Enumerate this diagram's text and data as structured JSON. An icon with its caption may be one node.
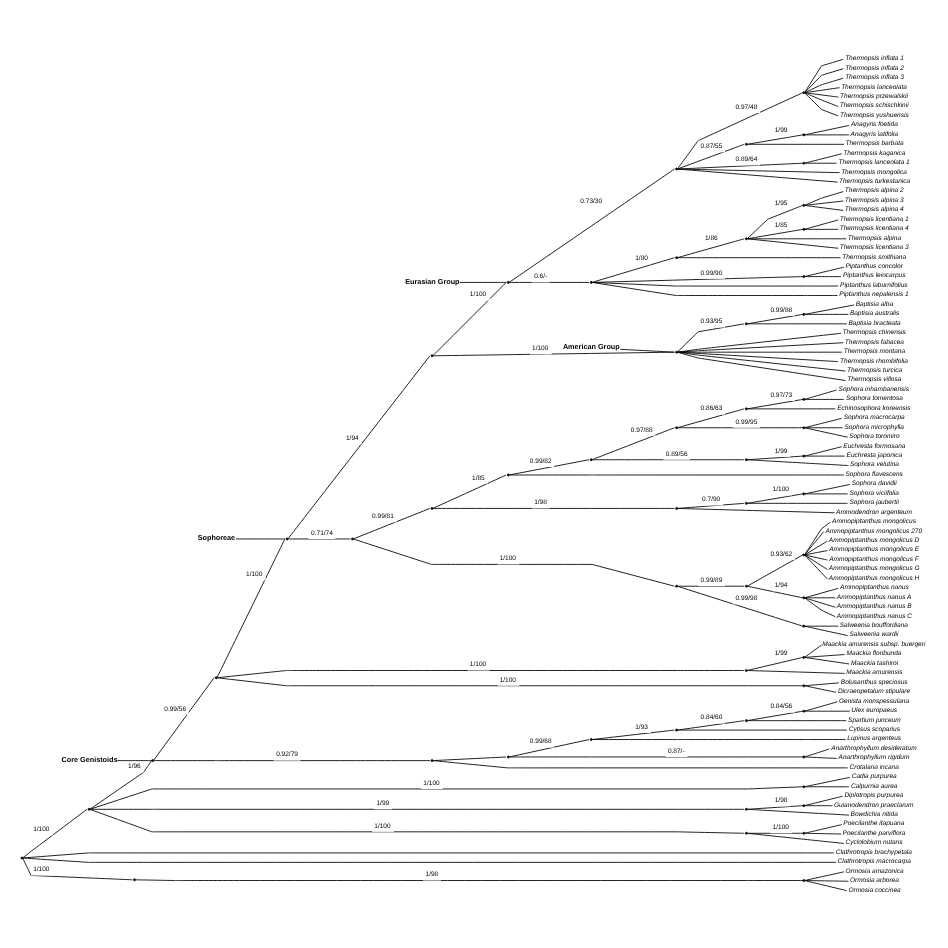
{
  "diagram": {
    "nodes": [
      {
        "text": [],
        "shape": "point"
      },
      {
        "text": [],
        "shape": "point"
      },
      {
        "text": [],
        "shape": "point"
      },
      {
        "text": [],
        "shape": "point"
      },
      {
        "text": [],
        "shape": "point"
      },
      {
        "text": [],
        "shape": "point"
      },
      {
        "text": [],
        "shape": "point"
      },
      {
        "text": [],
        "shape": "point"
      },
      {
        "text": [],
        "shape": "point"
      },
      {
        "text": [
          "Thermopsis inflata 1"
        ]
      },
      {
        "text": [
          "Thermopsis inflata 2"
        ]
      },
      {
        "text": [
          "Thermopsis inflata 3"
        ]
      },
      {
        "text": [
          "Thermopsis lanceolata"
        ]
      },
      {
        "text": [
          "Thermopsis przewalskii"
        ]
      },
      {
        "text": [
          "Thermopsis schischkinii"
        ]
      },
      {
        "text": [
          "Thermopsis yushuensis"
        ]
      },
      {
        "text": [],
        "shape": "point"
      },
      {
        "text": [],
        "shape": "point"
      },
      {
        "text": [
          "Anagyris foetida"
        ]
      },
      {
        "text": [
          "Anagyris latifolia"
        ]
      },
      {
        "text": [
          "Thermopsis barbata"
        ]
      },
      {
        "text": [],
        "shape": "point"
      },
      {
        "text": [
          "Thermopsis kaganica"
        ]
      },
      {
        "text": [
          "Thermopsis lanceolata 1"
        ]
      },
      {
        "text": [
          "Thermopsis mongolica"
        ]
      },
      {
        "text": [
          "Thermopsis turkestanica"
        ]
      },
      {
        "text": [],
        "shape": "point"
      },
      {
        "text": [],
        "shape": "point"
      },
      {
        "text": [],
        "shape": "point"
      },
      {
        "text": [],
        "shape": "point"
      },
      {
        "text": [
          "Thermopsis alpina 2"
        ]
      },
      {
        "text": [
          "Thermopsis alpina 3"
        ]
      },
      {
        "text": [
          "Thermopsis alpina 4"
        ]
      },
      {
        "text": [],
        "shape": "point"
      },
      {
        "text": [
          "Thermopsis licentiana 1"
        ]
      },
      {
        "text": [
          "Thermopsis licentiana 4"
        ]
      },
      {
        "text": [
          "Thermopsis alpina"
        ]
      },
      {
        "text": [
          "Thermopsis licentiana 3"
        ]
      },
      {
        "text": [
          "Thermopsis smithiana"
        ]
      },
      {
        "text": [],
        "shape": "point"
      },
      {
        "text": [
          "Piptanthus concolor"
        ]
      },
      {
        "text": [
          "Piptanthus leiocarpus"
        ]
      },
      {
        "text": [
          "Piptanthus laburnifolius"
        ]
      },
      {
        "text": [
          "Piptanthus nepalensis 1"
        ]
      },
      {
        "text": [],
        "shape": "point"
      },
      {
        "text": [],
        "shape": "point"
      },
      {
        "text": [],
        "shape": "point"
      },
      {
        "text": [
          "Baptisia alba"
        ]
      },
      {
        "text": [
          "Baptisia australis"
        ]
      },
      {
        "text": [
          "Baptisia bracteata"
        ]
      },
      {
        "text": [
          "Thermopsis chinensis"
        ]
      },
      {
        "text": [
          "Thermopsis fabacea"
        ]
      },
      {
        "text": [
          "Thermopsis montana"
        ]
      },
      {
        "text": [
          "Thermopsis rhombifolia"
        ]
      },
      {
        "text": [
          "Thermopsis turcica"
        ]
      },
      {
        "text": [
          "Thermopsis villosa"
        ]
      },
      {
        "text": [],
        "shape": "point"
      },
      {
        "text": [],
        "shape": "point"
      },
      {
        "text": [],
        "shape": "point"
      },
      {
        "text": [],
        "shape": "point"
      },
      {
        "text": [],
        "shape": "point"
      },
      {
        "text": [],
        "shape": "point"
      },
      {
        "text": [],
        "shape": "point"
      },
      {
        "text": [
          "Sophora inhambanensis"
        ]
      },
      {
        "text": [
          "Sophora tomentosa"
        ]
      },
      {
        "text": [
          "Echinosophora koreensis"
        ]
      },
      {
        "text": [],
        "shape": "point"
      },
      {
        "text": [
          "Sophora macrocarpa"
        ]
      },
      {
        "text": [
          "Sophora microphylla"
        ]
      },
      {
        "text": [
          "Sophora toromiro"
        ]
      },
      {
        "text": [],
        "shape": "point"
      },
      {
        "text": [],
        "shape": "point"
      },
      {
        "text": [
          "Euchresta formosana"
        ]
      },
      {
        "text": [
          "Euchresta japonica"
        ]
      },
      {
        "text": [
          "Sophora velutina"
        ]
      },
      {
        "text": [
          "Sophora flavescens"
        ]
      },
      {
        "text": [],
        "shape": "point"
      },
      {
        "text": [],
        "shape": "point"
      },
      {
        "text": [],
        "shape": "point"
      },
      {
        "text": [
          "Sophora davidii"
        ]
      },
      {
        "text": [
          "Sophora viciifolia"
        ]
      },
      {
        "text": [
          "Sophora jaubertii"
        ]
      },
      {
        "text": [
          "Ammodendron argenteum"
        ]
      },
      {
        "text": [],
        "shape": "point"
      },
      {
        "text": [],
        "shape": "point"
      },
      {
        "text": [],
        "shape": "point"
      },
      {
        "text": [
          "Ammopiptanthus mongolicus"
        ]
      },
      {
        "text": [
          "Ammopiptanthus mongolicus 270"
        ]
      },
      {
        "text": [
          "Ammopiptanthus mongolicus D"
        ]
      },
      {
        "text": [
          "Ammopiptanthus mongolicus E"
        ]
      },
      {
        "text": [
          "Ammopiptanthus mongolicus F"
        ]
      },
      {
        "text": [
          "Ammopiptanthus mongolicus G"
        ]
      },
      {
        "text": [
          "Ammopiptanthus mongolicus H"
        ]
      },
      {
        "text": [],
        "shape": "point"
      },
      {
        "text": [
          "Ammopiptanthus nanus"
        ]
      },
      {
        "text": [
          "Ammopiptanthus nanus A"
        ]
      },
      {
        "text": [
          "Ammopiptanthus nanus B"
        ]
      },
      {
        "text": [
          "Ammopiptanthus nanus C"
        ]
      },
      {
        "text": [],
        "shape": "point"
      },
      {
        "text": [
          "Salweenia bouffordiana"
        ]
      },
      {
        "text": [
          "Salweenia wardii"
        ]
      },
      {
        "text": [],
        "shape": "point"
      },
      {
        "text": [],
        "shape": "point"
      },
      {
        "text": [
          "Maackia amurensis subsp. buergeri"
        ]
      },
      {
        "text": [
          "Maackia floribunda"
        ]
      },
      {
        "text": [
          "Maackia tashiroi"
        ]
      },
      {
        "text": [
          "Maackia amurensis"
        ]
      },
      {
        "text": [],
        "shape": "point"
      },
      {
        "text": [
          "Bolusanthus speciosus"
        ]
      },
      {
        "text": [
          "Dicraeopetalum stipulare"
        ]
      },
      {
        "text": [],
        "shape": "point"
      },
      {
        "text": [],
        "shape": "point"
      },
      {
        "text": [],
        "shape": "point"
      },
      {
        "text": [],
        "shape": "point"
      },
      {
        "text": [],
        "shape": "point"
      },
      {
        "text": [],
        "shape": "point"
      },
      {
        "text": [
          "Genista monspessulana"
        ]
      },
      {
        "text": [
          "Ulex europaeus"
        ]
      },
      {
        "text": [
          "Spartium junceum"
        ]
      },
      {
        "text": [
          "Cytisus scoparius"
        ]
      },
      {
        "text": [
          "Lupinus argenteus"
        ]
      },
      {
        "text": [],
        "shape": "point"
      },
      {
        "text": [
          "Anarthrophyllum desideratum"
        ]
      },
      {
        "text": [
          "Anarthrophyllum rigidum"
        ]
      },
      {
        "text": [
          "Crotalaria incana"
        ]
      },
      {
        "text": [],
        "shape": "point"
      },
      {
        "text": [
          "Cadia purpurea"
        ]
      },
      {
        "text": [
          "Calpurnia aurea"
        ]
      },
      {
        "text": [],
        "shape": "point"
      },
      {
        "text": [],
        "shape": "point"
      },
      {
        "text": [
          "Diplotropis purpurea"
        ]
      },
      {
        "text": [
          "Guianodendron praeclarum"
        ]
      },
      {
        "text": [
          "Bowdichia nitida"
        ]
      },
      {
        "text": [],
        "shape": "point"
      },
      {
        "text": [],
        "shape": "point"
      },
      {
        "text": [
          "Poecilanthe itapuana"
        ]
      },
      {
        "text": [
          "Poecilanthe parviflora"
        ]
      },
      {
        "text": [
          "Cyclolobium nutans"
        ]
      },
      {
        "text": [
          "Clathrotropis brachypetala"
        ]
      },
      {
        "text": [
          "Clathrotropis macrocarpa"
        ]
      },
      {
        "text": [],
        "shape": "point"
      },
      {
        "text": [],
        "shape": "point"
      },
      {
        "text": [
          "Ormosia amazonica"
        ]
      },
      {
        "text": [
          "Ormosia arborea"
        ]
      },
      {
        "text": [
          "Ormosia coccinea"
        ]
      },
      {
        "text": [
          "Eurasian Group"
        ]
      },
      {
        "text": [
          "American Group"
        ]
      },
      {
        "text": [
          "Sophoreae"
        ]
      },
      {
        "text": [
          "Core Genistoids"
        ]
      }
    ],
    "edges": [
      {
        "from": 0,
        "to": 1,
        "arrow": "none",
        "label": "1/100"
      },
      {
        "from": 1,
        "to": 2,
        "arrow": "none",
        "label": "1/96"
      },
      {
        "from": 2,
        "to": 3,
        "arrow": "none",
        "label": "0.99/56"
      },
      {
        "from": 3,
        "to": 4,
        "arrow": "none",
        "label": "1/100"
      },
      {
        "from": 4,
        "to": 5,
        "arrow": "none",
        "label": "1/94"
      },
      {
        "from": 5,
        "to": 6,
        "arrow": "none",
        "label": "1/100"
      },
      {
        "from": 6,
        "to": 7,
        "arrow": "none",
        "label": "0.73/30"
      },
      {
        "from": 7,
        "to": 8,
        "arrow": "none",
        "label": "0.97/48"
      },
      {
        "from": 8,
        "to": 9,
        "arrow": "none"
      },
      {
        "from": 8,
        "to": 10,
        "arrow": "none"
      },
      {
        "from": 8,
        "to": 11,
        "arrow": "none"
      },
      {
        "from": 8,
        "to": 12,
        "arrow": "none"
      },
      {
        "from": 8,
        "to": 13,
        "arrow": "none"
      },
      {
        "from": 8,
        "to": 14,
        "arrow": "none"
      },
      {
        "from": 8,
        "to": 15,
        "arrow": "none"
      },
      {
        "from": 7,
        "to": 16,
        "arrow": "none",
        "label": "0.87/55"
      },
      {
        "from": 16,
        "to": 17,
        "arrow": "none",
        "label": "1/99"
      },
      {
        "from": 17,
        "to": 18,
        "arrow": "none"
      },
      {
        "from": 17,
        "to": 19,
        "arrow": "none"
      },
      {
        "from": 16,
        "to": 20,
        "arrow": "none"
      },
      {
        "from": 7,
        "to": 21,
        "arrow": "none",
        "label": "0.89/64"
      },
      {
        "from": 21,
        "to": 22,
        "arrow": "none"
      },
      {
        "from": 21,
        "to": 23,
        "arrow": "none"
      },
      {
        "from": 7,
        "to": 24,
        "arrow": "none"
      },
      {
        "from": 7,
        "to": 25,
        "arrow": "none"
      },
      {
        "from": 6,
        "to": 26,
        "arrow": "none",
        "label": "0.6/-"
      },
      {
        "from": 26,
        "to": 27,
        "arrow": "none",
        "label": "1/80"
      },
      {
        "from": 27,
        "to": 28,
        "arrow": "none",
        "label": "1/86"
      },
      {
        "from": 28,
        "to": 29,
        "arrow": "none",
        "label": "1/95"
      },
      {
        "from": 29,
        "to": 30,
        "arrow": "none"
      },
      {
        "from": 29,
        "to": 31,
        "arrow": "none"
      },
      {
        "from": 29,
        "to": 32,
        "arrow": "none"
      },
      {
        "from": 28,
        "to": 33,
        "arrow": "none",
        "label": "1/85"
      },
      {
        "from": 33,
        "to": 34,
        "arrow": "none"
      },
      {
        "from": 33,
        "to": 35,
        "arrow": "none"
      },
      {
        "from": 28,
        "to": 36,
        "arrow": "none"
      },
      {
        "from": 28,
        "to": 37,
        "arrow": "none"
      },
      {
        "from": 27,
        "to": 38,
        "arrow": "none"
      },
      {
        "from": 26,
        "to": 39,
        "arrow": "none",
        "label": "0.99/90"
      },
      {
        "from": 39,
        "to": 40,
        "arrow": "none"
      },
      {
        "from": 39,
        "to": 41,
        "arrow": "none"
      },
      {
        "from": 26,
        "to": 42,
        "arrow": "none"
      },
      {
        "from": 26,
        "to": 43,
        "arrow": "none"
      },
      {
        "from": 5,
        "to": 44,
        "arrow": "none",
        "label": "1/100"
      },
      {
        "from": 44,
        "to": 45,
        "arrow": "none",
        "label": "0.93/95"
      },
      {
        "from": 45,
        "to": 46,
        "arrow": "none",
        "label": "0.99/88"
      },
      {
        "from": 46,
        "to": 47,
        "arrow": "none"
      },
      {
        "from": 46,
        "to": 48,
        "arrow": "none"
      },
      {
        "from": 45,
        "to": 49,
        "arrow": "none"
      },
      {
        "from": 44,
        "to": 50,
        "arrow": "none"
      },
      {
        "from": 44,
        "to": 51,
        "arrow": "none"
      },
      {
        "from": 44,
        "to": 52,
        "arrow": "none"
      },
      {
        "from": 44,
        "to": 53,
        "arrow": "none"
      },
      {
        "from": 44,
        "to": 54,
        "arrow": "none"
      },
      {
        "from": 44,
        "to": 55,
        "arrow": "none"
      },
      {
        "from": 4,
        "to": 56,
        "arrow": "none",
        "label": "0.71/74"
      },
      {
        "from": 56,
        "to": 57,
        "arrow": "none",
        "label": "0.99/81"
      },
      {
        "from": 57,
        "to": 58,
        "arrow": "none",
        "label": "1/85"
      },
      {
        "from": 58,
        "to": 59,
        "arrow": "none",
        "label": "0.99/82"
      },
      {
        "from": 59,
        "to": 60,
        "arrow": "none",
        "label": "0.97/88"
      },
      {
        "from": 60,
        "to": 61,
        "arrow": "none",
        "label": "0.86/63"
      },
      {
        "from": 61,
        "to": 62,
        "arrow": "none",
        "label": "0.97/73"
      },
      {
        "from": 62,
        "to": 63,
        "arrow": "none"
      },
      {
        "from": 62,
        "to": 64,
        "arrow": "none"
      },
      {
        "from": 61,
        "to": 65,
        "arrow": "none"
      },
      {
        "from": 60,
        "to": 66,
        "arrow": "none",
        "label": "0.99/95"
      },
      {
        "from": 66,
        "to": 67,
        "arrow": "none"
      },
      {
        "from": 66,
        "to": 68,
        "arrow": "none"
      },
      {
        "from": 66,
        "to": 69,
        "arrow": "none"
      },
      {
        "from": 59,
        "to": 70,
        "arrow": "none",
        "label": "0.89/56"
      },
      {
        "from": 70,
        "to": 71,
        "arrow": "none",
        "label": "1/99"
      },
      {
        "from": 71,
        "to": 72,
        "arrow": "none"
      },
      {
        "from": 71,
        "to": 73,
        "arrow": "none"
      },
      {
        "from": 70,
        "to": 74,
        "arrow": "none"
      },
      {
        "from": 58,
        "to": 75,
        "arrow": "none"
      },
      {
        "from": 57,
        "to": 76,
        "arrow": "none",
        "label": "1/98"
      },
      {
        "from": 76,
        "to": 77,
        "arrow": "none",
        "label": "0.7/90"
      },
      {
        "from": 77,
        "to": 78,
        "arrow": "none",
        "label": "1/100"
      },
      {
        "from": 78,
        "to": 79,
        "arrow": "none"
      },
      {
        "from": 78,
        "to": 80,
        "arrow": "none"
      },
      {
        "from": 77,
        "to": 81,
        "arrow": "none"
      },
      {
        "from": 76,
        "to": 82,
        "arrow": "none"
      },
      {
        "from": 56,
        "to": 83,
        "arrow": "none",
        "label": "1/100"
      },
      {
        "from": 83,
        "to": 84,
        "arrow": "none",
        "label": "0.99/89"
      },
      {
        "from": 84,
        "to": 85,
        "arrow": "none",
        "label": "0.93/62"
      },
      {
        "from": 85,
        "to": 86,
        "arrow": "none"
      },
      {
        "from": 85,
        "to": 87,
        "arrow": "none"
      },
      {
        "from": 85,
        "to": 88,
        "arrow": "none"
      },
      {
        "from": 85,
        "to": 89,
        "arrow": "none"
      },
      {
        "from": 85,
        "to": 90,
        "arrow": "none"
      },
      {
        "from": 85,
        "to": 91,
        "arrow": "none"
      },
      {
        "from": 85,
        "to": 92,
        "arrow": "none"
      },
      {
        "from": 84,
        "to": 93,
        "arrow": "none",
        "label": "1/94"
      },
      {
        "from": 93,
        "to": 94,
        "arrow": "none"
      },
      {
        "from": 93,
        "to": 95,
        "arrow": "none"
      },
      {
        "from": 93,
        "to": 96,
        "arrow": "none"
      },
      {
        "from": 93,
        "to": 97,
        "arrow": "none"
      },
      {
        "from": 83,
        "to": 98,
        "arrow": "none",
        "label": "0.99/98"
      },
      {
        "from": 98,
        "to": 99,
        "arrow": "none"
      },
      {
        "from": 98,
        "to": 100,
        "arrow": "none"
      },
      {
        "from": 3,
        "to": 101,
        "arrow": "none",
        "label": "1/100"
      },
      {
        "from": 101,
        "to": 102,
        "arrow": "none",
        "label": "1/99"
      },
      {
        "from": 102,
        "to": 103,
        "arrow": "none"
      },
      {
        "from": 102,
        "to": 104,
        "arrow": "none"
      },
      {
        "from": 102,
        "to": 105,
        "arrow": "none"
      },
      {
        "from": 101,
        "to": 106,
        "arrow": "none"
      },
      {
        "from": 3,
        "to": 107,
        "arrow": "none",
        "label": "1/100"
      },
      {
        "from": 107,
        "to": 108,
        "arrow": "none"
      },
      {
        "from": 107,
        "to": 109,
        "arrow": "none"
      },
      {
        "from": 2,
        "to": 110,
        "arrow": "none",
        "label": "0.92/79"
      },
      {
        "from": 110,
        "to": 111,
        "arrow": "none"
      },
      {
        "from": 111,
        "to": 112,
        "arrow": "none",
        "label": "0.99/68"
      },
      {
        "from": 112,
        "to": 113,
        "arrow": "none",
        "label": "1/93"
      },
      {
        "from": 113,
        "to": 114,
        "arrow": "none",
        "label": "0.84/60"
      },
      {
        "from": 114,
        "to": 115,
        "arrow": "none",
        "label": "0.84/56"
      },
      {
        "from": 115,
        "to": 116,
        "arrow": "none"
      },
      {
        "from": 115,
        "to": 117,
        "arrow": "none"
      },
      {
        "from": 114,
        "to": 118,
        "arrow": "none"
      },
      {
        "from": 113,
        "to": 119,
        "arrow": "none"
      },
      {
        "from": 112,
        "to": 120,
        "arrow": "none"
      },
      {
        "from": 111,
        "to": 121,
        "arrow": "none",
        "label": "0.87/-"
      },
      {
        "from": 121,
        "to": 122,
        "arrow": "none"
      },
      {
        "from": 121,
        "to": 123,
        "arrow": "none"
      },
      {
        "from": 110,
        "to": 124,
        "arrow": "none"
      },
      {
        "from": 1,
        "to": 125,
        "arrow": "none",
        "label": "1/100"
      },
      {
        "from": 125,
        "to": 126,
        "arrow": "none"
      },
      {
        "from": 125,
        "to": 127,
        "arrow": "none"
      },
      {
        "from": 1,
        "to": 128,
        "arrow": "none",
        "label": "1/99"
      },
      {
        "from": 128,
        "to": 129,
        "arrow": "none",
        "label": "1/98"
      },
      {
        "from": 129,
        "to": 130,
        "arrow": "none"
      },
      {
        "from": 129,
        "to": 131,
        "arrow": "none"
      },
      {
        "from": 128,
        "to": 132,
        "arrow": "none"
      },
      {
        "from": 1,
        "to": 133,
        "arrow": "none",
        "label": "1/100"
      },
      {
        "from": 133,
        "to": 134,
        "arrow": "none",
        "label": "1/100"
      },
      {
        "from": 134,
        "to": 135,
        "arrow": "none"
      },
      {
        "from": 134,
        "to": 136,
        "arrow": "none"
      },
      {
        "from": 133,
        "to": 137,
        "arrow": "none"
      },
      {
        "from": 0,
        "to": 138,
        "arrow": "none"
      },
      {
        "from": 0,
        "to": 139,
        "arrow": "none"
      },
      {
        "from": 0,
        "to": 140,
        "arrow": "none",
        "label": "1/100"
      },
      {
        "from": 140,
        "to": 141,
        "arrow": "none",
        "label": "1/98"
      },
      {
        "from": 141,
        "to": 142,
        "arrow": "none"
      },
      {
        "from": 141,
        "to": 143,
        "arrow": "none"
      },
      {
        "from": 141,
        "to": 144,
        "arrow": "none"
      },
      {
        "from": 145,
        "to": 6,
        "arrow": "none"
      },
      {
        "from": 146,
        "to": 44,
        "arrow": "none"
      },
      {
        "from": 147,
        "to": 4,
        "arrow": "none"
      },
      {
        "from": 148,
        "to": 2,
        "arrow": "none"
      }
    ]
  }
}
